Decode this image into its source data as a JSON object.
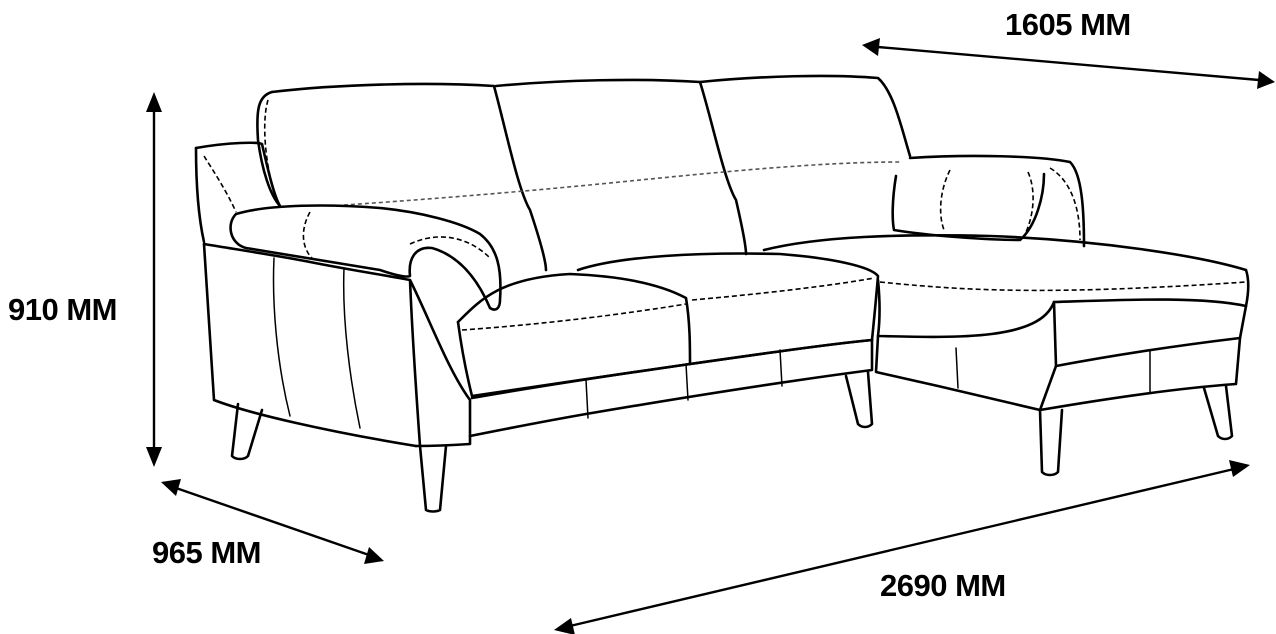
{
  "dimensions": {
    "height_label": "910 MM",
    "depth_label": "965 MM",
    "length_label": "2690 MM",
    "chaise_label": "1605 MM"
  }
}
